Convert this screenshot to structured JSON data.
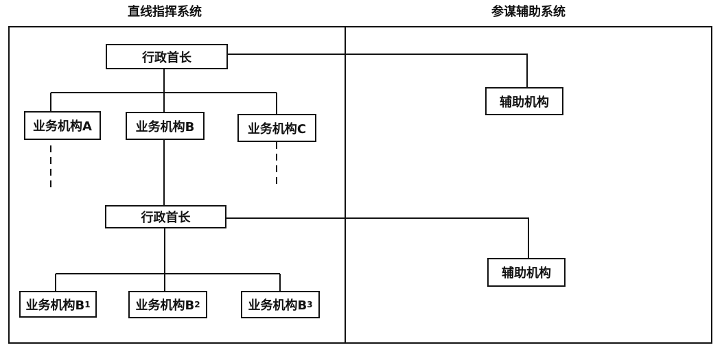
{
  "headings": {
    "line_system": "直线指挥系统",
    "staff_system": "参谋辅助系统"
  },
  "nodes": {
    "exec_top": "行政首长",
    "unit_a": "业务机构A",
    "unit_b": "业务机构B",
    "unit_c": "业务机构C",
    "exec_mid": "行政首长",
    "unit_b1": "业务机构B",
    "unit_b1_sub": "1",
    "unit_b2": "业务机构B",
    "unit_b2_sub": "2",
    "unit_b3": "业务机构B",
    "unit_b3_sub": "3",
    "aux_top": "辅助机构",
    "aux_bottom": "辅助机构"
  },
  "colors": {
    "line": "#111111",
    "background": "#ffffff"
  }
}
